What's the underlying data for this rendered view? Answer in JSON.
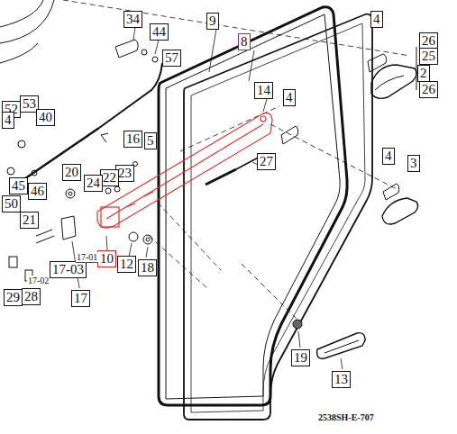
{
  "diagram": {
    "nodes": [
      {
        "text": [
          "34"
        ]
      },
      {
        "text": [
          "9"
        ]
      },
      {
        "text": [
          "4"
        ]
      },
      {
        "text": [
          "44"
        ]
      },
      {
        "text": [
          "26"
        ]
      },
      {
        "text": [
          "8"
        ]
      },
      {
        "text": [
          "25"
        ]
      },
      {
        "text": [
          "57"
        ]
      },
      {
        "text": [
          "2"
        ]
      },
      {
        "text": [
          "26"
        ]
      },
      {
        "text": [
          "14"
        ]
      },
      {
        "text": [
          "4"
        ]
      },
      {
        "text": [
          "53"
        ]
      },
      {
        "text": [
          "52"
        ]
      },
      {
        "text": [
          "4"
        ]
      },
      {
        "text": [
          "40"
        ]
      },
      {
        "text": [
          "16"
        ]
      },
      {
        "text": [
          "5"
        ]
      },
      {
        "text": [
          "27"
        ]
      },
      {
        "text": [
          "4"
        ]
      },
      {
        "text": [
          "3"
        ]
      },
      {
        "text": [
          "20"
        ]
      },
      {
        "text": [
          "23"
        ]
      },
      {
        "text": [
          "22"
        ]
      },
      {
        "text": [
          "24"
        ]
      },
      {
        "text": [
          "45"
        ]
      },
      {
        "text": [
          "46"
        ]
      },
      {
        "text": [
          "50"
        ]
      },
      {
        "text": [
          "21"
        ]
      },
      {
        "text": [
          "10"
        ]
      },
      {
        "text": [
          "12"
        ]
      },
      {
        "text": [
          "18"
        ]
      },
      {
        "text": [
          "17-03"
        ]
      },
      {
        "text": [
          "29"
        ]
      },
      {
        "text": [
          "28"
        ]
      },
      {
        "text": [
          "17"
        ]
      },
      {
        "text": [
          "19"
        ]
      },
      {
        "text": [
          "13"
        ]
      }
    ],
    "edges": [],
    "labels": [
      "17-01",
      "17-02",
      "2538SH-E-707"
    ]
  }
}
